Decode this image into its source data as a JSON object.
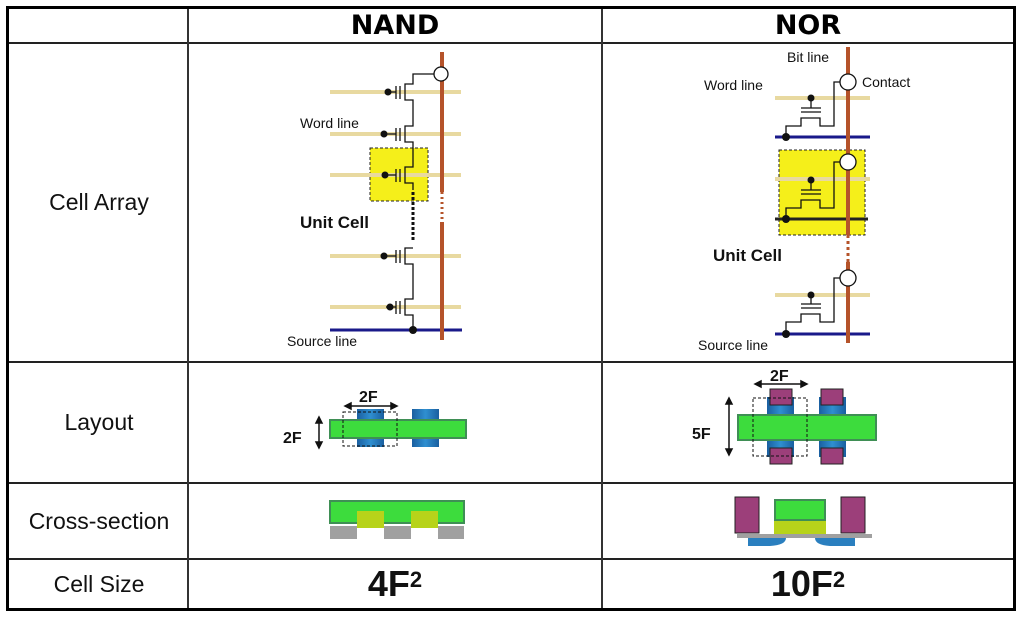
{
  "table": {
    "columns": [
      "",
      "NAND",
      "NOR"
    ],
    "rows": [
      {
        "label": "Cell Array"
      },
      {
        "label": "Layout"
      },
      {
        "label": "Cross-section"
      },
      {
        "label": "Cell Size"
      }
    ]
  },
  "nand": {
    "header": "NAND",
    "cell_array": {
      "word_line_label": "Word line",
      "unit_cell_label": "Unit Cell",
      "source_line_label": "Source line"
    },
    "layout": {
      "width_label": "2F",
      "height_label": "2F"
    },
    "cell_size": {
      "base": "4F",
      "exponent": "2"
    }
  },
  "nor": {
    "header": "NOR",
    "cell_array": {
      "bit_line_label": "Bit line",
      "contact_label": "Contact",
      "word_line_label": "Word line",
      "unit_cell_label": "Unit Cell",
      "source_line_label": "Source line"
    },
    "layout": {
      "width_label": "2F",
      "height_label": "5F"
    },
    "cell_size": {
      "base": "10F",
      "exponent": "2"
    }
  },
  "colors": {
    "word_line": "#e8d9a0",
    "bit_line": "#b5532a",
    "source_line": "#1a1a8a",
    "unit_cell_fill": "#f5ef1a",
    "active_green": "#3ddc3d",
    "active_border": "#3f8f55",
    "gate_blue": "#2a7fbf",
    "contact_magenta": "#9c3f7a",
    "poly_yellowgreen": "#b7d31a",
    "substrate_gray": "#a0a0a0"
  }
}
